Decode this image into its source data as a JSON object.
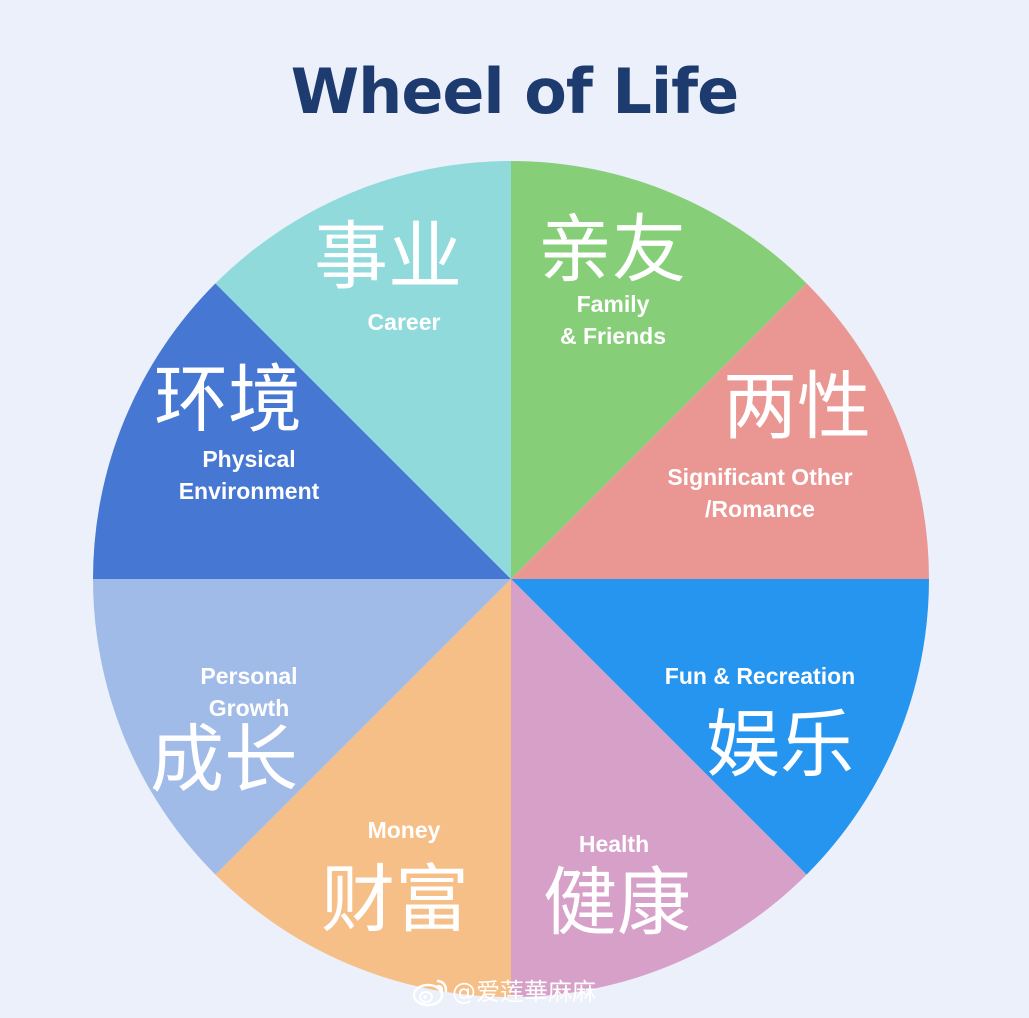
{
  "title": "Wheel of Life",
  "colors": {
    "background": "#ECF0FA",
    "title": "#1D3B6E",
    "label": "#FFFFFF",
    "watermark": "#FFFFFF"
  },
  "segments": [
    {
      "key": "family",
      "cn": "亲友",
      "en": [
        "Family",
        "& Friends"
      ],
      "color": "#86CF78"
    },
    {
      "key": "romance",
      "cn": "两性",
      "en": [
        "Significant Other",
        "/Romance"
      ],
      "color": "#EA9693"
    },
    {
      "key": "fun",
      "cn": "娱乐",
      "en": [
        "Fun & Recreation"
      ],
      "color": "#2695EF"
    },
    {
      "key": "health",
      "cn": "健康",
      "en": [
        "Health"
      ],
      "color": "#D6A0C8"
    },
    {
      "key": "money",
      "cn": "财富",
      "en": [
        "Money"
      ],
      "color": "#F6BF88"
    },
    {
      "key": "growth",
      "cn": "成长",
      "en": [
        "Personal",
        "Growth"
      ],
      "color": "#A1BBE8"
    },
    {
      "key": "environment",
      "cn": "环境",
      "en": [
        "Physical",
        "Environment"
      ],
      "color": "#4577D3"
    },
    {
      "key": "career",
      "cn": "事业",
      "en": [
        "Career"
      ],
      "color": "#90DADC"
    }
  ],
  "watermark": {
    "text": "@爱莲華麻麻",
    "icon": "weibo-icon"
  }
}
